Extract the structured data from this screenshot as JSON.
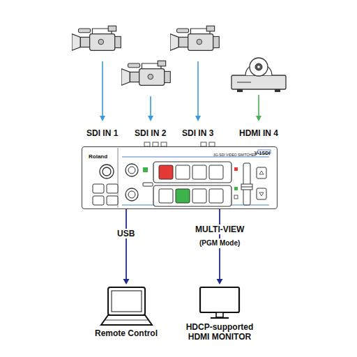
{
  "diagram": {
    "nodes": [
      {
        "text": [
          "Roland",
          "3G-SDI VIDEO SWITCHER",
          "V-1SDI"
        ]
      },
      {
        "text": [
          "Remote Control"
        ]
      },
      {
        "text": [
          "HDCP-supported HDMI MONITOR"
        ]
      }
    ],
    "edges": [
      {
        "from": 0,
        "to": 1,
        "arrow": "to",
        "label": "USB"
      },
      {
        "from": 0,
        "to": 2,
        "arrow": "to",
        "label": "MULTI-VIEW"
      }
    ],
    "labels": [
      "SDI IN 1",
      "SDI IN 2",
      "SDI IN 3",
      "HDMI IN 4",
      "(PGM Mode)"
    ]
  }
}
